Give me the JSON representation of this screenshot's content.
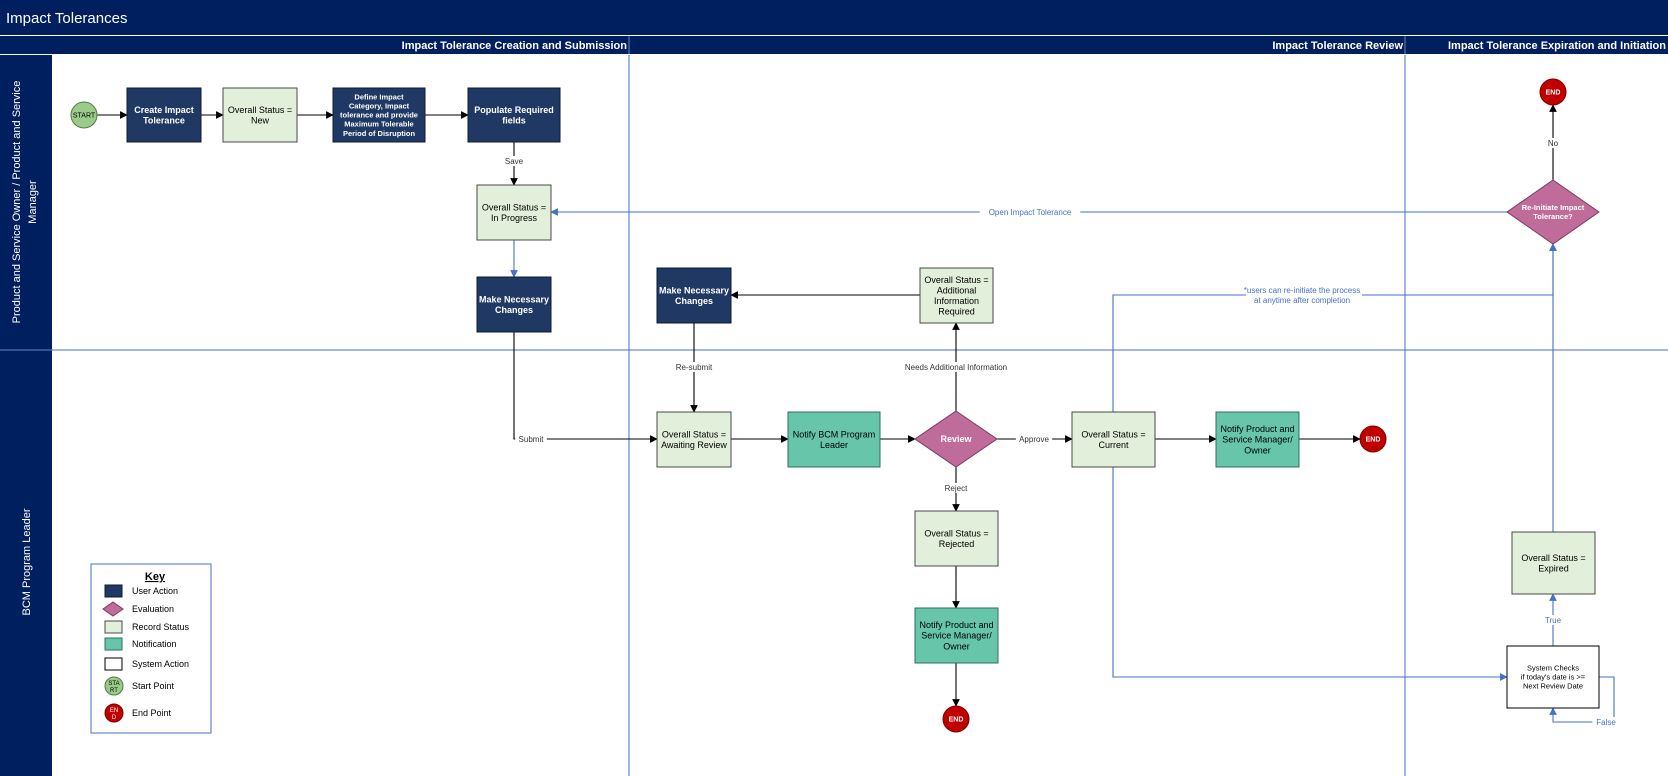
{
  "page": {
    "title": "Impact Tolerances"
  },
  "colors": {
    "header_bg": "#001f5f",
    "user_action": "#1f3864",
    "evaluation": "#c06c9b",
    "record_status": "#e2efda",
    "notification": "#67c5aa",
    "system_action": "#ffffff",
    "start_point": "#9bcb8a",
    "end_point": "#c00000",
    "blue_flow": "#4472c4",
    "black_flow": "#000000"
  },
  "phases": [
    {
      "id": "creation",
      "label": "Impact Tolerance Creation and Submission"
    },
    {
      "id": "review",
      "label": "Impact Tolerance Review"
    },
    {
      "id": "expiration",
      "label": "Impact Tolerance Expiration and Initiation"
    }
  ],
  "lanes": [
    {
      "id": "owner",
      "label": "Product and Service Owner / Product and Service Manager"
    },
    {
      "id": "bcm",
      "label": "BCM Program Leader"
    }
  ],
  "nodes": {
    "start": {
      "kind": "start",
      "lines": [
        "START"
      ]
    },
    "create": {
      "kind": "user",
      "lines": [
        "Create Impact",
        "Tolerance"
      ]
    },
    "status_new": {
      "kind": "status",
      "lines": [
        "Overall Status =",
        "New"
      ]
    },
    "define": {
      "kind": "user",
      "lines": [
        "Define Impact",
        "Category, Impact",
        "tolerance and provide",
        "Maximum Tolerable",
        "Period of Disruption"
      ]
    },
    "populate": {
      "kind": "user",
      "lines": [
        "Populate Required",
        "fields"
      ]
    },
    "status_inprogress": {
      "kind": "status",
      "lines": [
        "Overall Status =",
        "In Progress"
      ]
    },
    "changes_owner": {
      "kind": "user",
      "lines": [
        "Make Necessary",
        "Changes"
      ]
    },
    "changes_review": {
      "kind": "user",
      "lines": [
        "Make Necessary",
        "Changes"
      ]
    },
    "status_additional": {
      "kind": "status",
      "lines": [
        "Overall Status =",
        "Additional",
        "Information",
        "Required"
      ]
    },
    "status_awaiting": {
      "kind": "status",
      "lines": [
        "Overall Status =",
        "Awaiting Review"
      ]
    },
    "notify_bcm": {
      "kind": "notify",
      "lines": [
        "Notify BCM Program",
        "Leader"
      ]
    },
    "review": {
      "kind": "eval",
      "lines": [
        "Review"
      ]
    },
    "status_current": {
      "kind": "status",
      "lines": [
        "Overall Status =",
        "Current"
      ]
    },
    "notify_owner_approve": {
      "kind": "notify",
      "lines": [
        "Notify Product and",
        "Service Manager/",
        "Owner"
      ]
    },
    "end_approve": {
      "kind": "end",
      "lines": [
        "END"
      ]
    },
    "status_rejected": {
      "kind": "status",
      "lines": [
        "Overall Status =",
        "Rejected"
      ]
    },
    "notify_owner_reject": {
      "kind": "notify",
      "lines": [
        "Notify Product and",
        "Service Manager/",
        "Owner"
      ]
    },
    "end_reject": {
      "kind": "end",
      "lines": [
        "END"
      ]
    },
    "reinitiate": {
      "kind": "eval",
      "lines": [
        "Re-Initiate Impact",
        "Tolerance?"
      ]
    },
    "end_top": {
      "kind": "end",
      "lines": [
        "END"
      ]
    },
    "status_expired": {
      "kind": "status",
      "lines": [
        "Overall Status =",
        "Expired"
      ]
    },
    "system_check": {
      "kind": "system",
      "lines": [
        "System Checks",
        "if today's date is >=",
        "Next Review Date"
      ]
    }
  },
  "edge_labels": {
    "save": "Save",
    "submit": "Submit",
    "resubmit": "Re-submit",
    "needs_info": "Needs Additional Information",
    "approve": "Approve",
    "reject": "Reject",
    "open": "Open Impact Tolerance",
    "no": "No",
    "true": "True",
    "false": "False",
    "reinitiate_note": [
      "*users can re-initiate the process",
      "at anytime after completion"
    ]
  },
  "key": {
    "title": "Key",
    "items": [
      {
        "kind": "user",
        "label": "User Action"
      },
      {
        "kind": "eval",
        "label": "Evaluation"
      },
      {
        "kind": "status",
        "label": "Record Status"
      },
      {
        "kind": "notify",
        "label": "Notification"
      },
      {
        "kind": "system",
        "label": "System Action"
      },
      {
        "kind": "start",
        "label": "Start Point",
        "glyph": [
          "STA",
          "RT"
        ]
      },
      {
        "kind": "end",
        "label": "End Point",
        "glyph": [
          "EN",
          "D"
        ]
      }
    ]
  }
}
